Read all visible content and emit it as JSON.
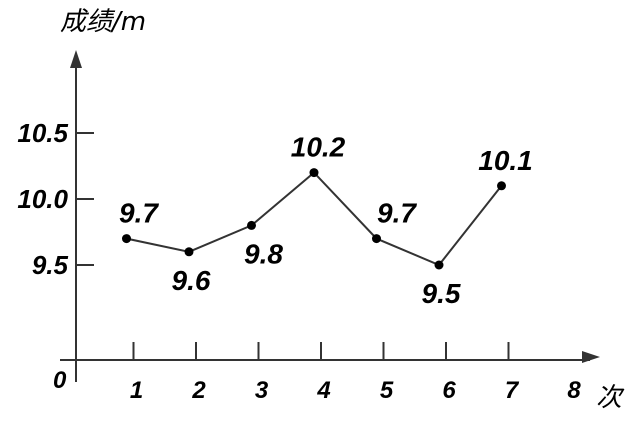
{
  "chart_data": {
    "type": "line",
    "ylabel": "成绩/m",
    "xlabel": "次",
    "origin_label": "0",
    "x": [
      1,
      2,
      3,
      4,
      5,
      6,
      7
    ],
    "xticks": [
      "1",
      "2",
      "3",
      "4",
      "5",
      "6",
      "7",
      "8"
    ],
    "yticks": [
      {
        "value": 9.5,
        "label": "9.5"
      },
      {
        "value": 10.0,
        "label": "10.0"
      },
      {
        "value": 10.5,
        "label": "10.5"
      }
    ],
    "series": [
      {
        "values": [
          9.7,
          9.6,
          9.8,
          10.2,
          9.7,
          9.5,
          10.1
        ],
        "labels": [
          "9.7",
          "9.6",
          "9.8",
          "10.2",
          "9.7",
          "9.5",
          "10.1"
        ]
      }
    ],
    "colors": {
      "line": "#333333",
      "point": "#000000"
    }
  }
}
